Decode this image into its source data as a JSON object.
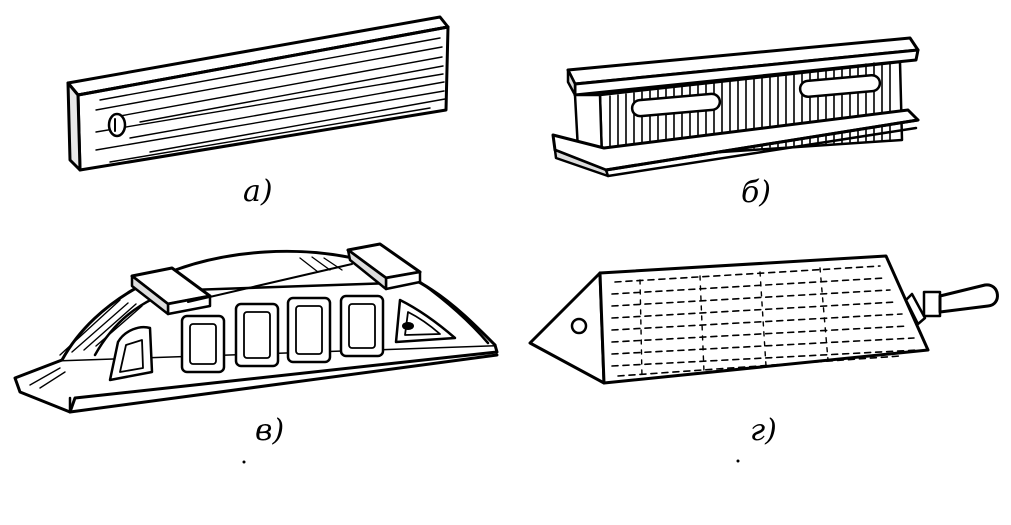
{
  "labels": {
    "a": "а)",
    "b": "б)",
    "v": "в)",
    "g": "г)"
  },
  "colors": {
    "ink": "#000000",
    "paper": "#ffffff"
  }
}
